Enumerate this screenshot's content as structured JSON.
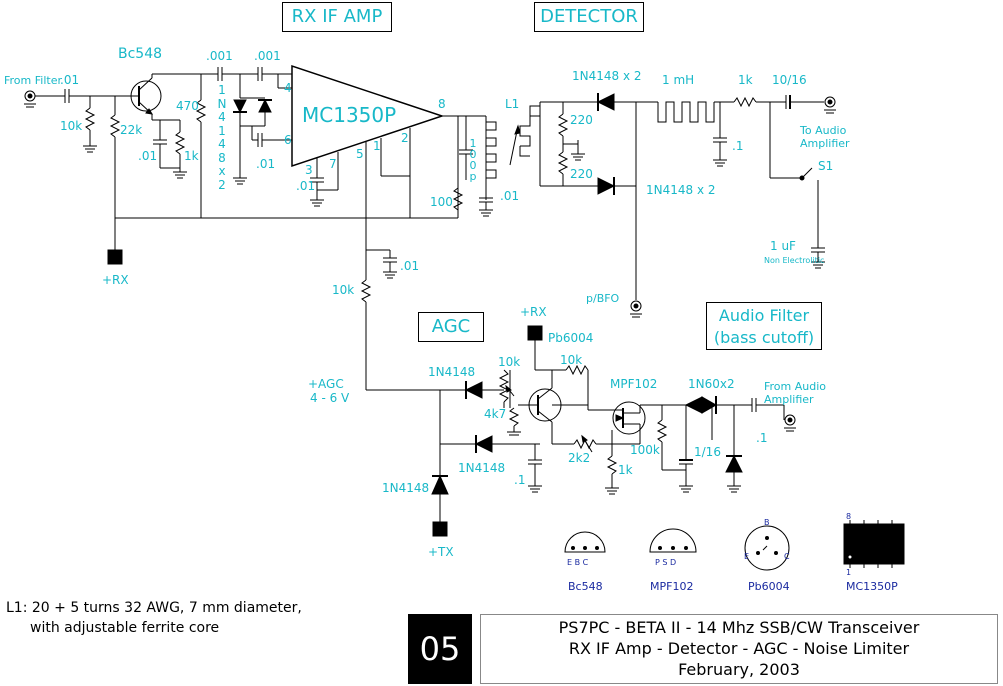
{
  "titles": {
    "rx_if_amp": "RX IF AMP",
    "detector": "DETECTOR",
    "agc": "AGC",
    "audio_filter_line1": "Audio Filter",
    "audio_filter_line2": "(bass cutoff)"
  },
  "ic": {
    "name": "MC1350P",
    "pin_8": "8",
    "pin_4": "4",
    "pin_6": "6",
    "pin_5": "5",
    "pin_1": "1",
    "pin_2": "2",
    "pin_3": "3",
    "pin_7": "7"
  },
  "labels": {
    "from_filter": "From Filter",
    "c_in": ".01",
    "r_10k_in": "10k",
    "bc548": "Bc548",
    "r_22k": "22k",
    "c_emit": ".01",
    "r_emit": "1k",
    "r_470": "470",
    "c_001a": ".001",
    "c_001b": ".001",
    "diodes_1n4148x2_vertical": "1N4148x2",
    "c_pin6": ".01",
    "c_pin3": ".01",
    "plus_rx_left": "+RX",
    "l1": "L1",
    "c_100p": "100p",
    "r_100": "100",
    "c_l1": ".01",
    "r_220a": "220",
    "r_220b": "220",
    "d_det_top": "1N4148 x 2",
    "d_det_bottom": "1N4148 x 2",
    "inductor_1mh": "1 mH",
    "c_det": ".1",
    "r_1k_out": "1k",
    "c_10_16": "10/16",
    "to_audio_amp_1": "To Audio",
    "to_audio_amp_2": "Amplifier",
    "s1": "S1",
    "c_1uf": "1 uF",
    "non_electrolytic": "Non Electrolitic",
    "bfo": "p/BFO",
    "c_agc_01": ".01",
    "r_agc_10k": "10k",
    "plus_agc_1": "+AGC",
    "plus_agc_2": "4 - 6 V",
    "d_agc_1": "1N4148",
    "d_agc_2": "1N4148",
    "d_agc_3": "1N4148",
    "plus_rx_mid": "+RX",
    "pb6004": "Pb6004",
    "pot_10k": "10k",
    "r_10k_b": "10k",
    "r_4k7": "4k7",
    "r_2k2": "2k2",
    "r_1k_b": "1k",
    "c_agc_1": ".1",
    "mpf102": "MPF102",
    "r_100k": "100k",
    "c_1_16": "1/16",
    "d_1n60": "1N60x2",
    "from_audio_1": "From Audio",
    "from_audio_2": "Amplifier",
    "c_audio_in": ".1",
    "plus_tx": "+TX"
  },
  "packages": [
    {
      "name": "Bc548",
      "pins": "E  B  C"
    },
    {
      "name": "MPF102",
      "pins": "P  S  D"
    },
    {
      "name": "Pb6004",
      "pins_top": "B",
      "pins_left": "E",
      "pins_right": "C"
    },
    {
      "name": "MC1350P",
      "pin_top": "8",
      "pin_bottom": "1"
    }
  ],
  "note": {
    "line1": "L1: 20 + 5 turns 32 AWG, 7 mm diameter,",
    "line2": "with adjustable ferrite core"
  },
  "footer": {
    "page": "05",
    "line1": "PS7PC  -  BETA II - 14 Mhz SSB/CW Transceiver",
    "line2": "RX IF Amp - Detector - AGC - Noise Limiter",
    "line3": "February, 2003"
  },
  "colors": {
    "wire": "#000000",
    "label": "#18b8c8",
    "package_label": "#1a2aa0"
  }
}
